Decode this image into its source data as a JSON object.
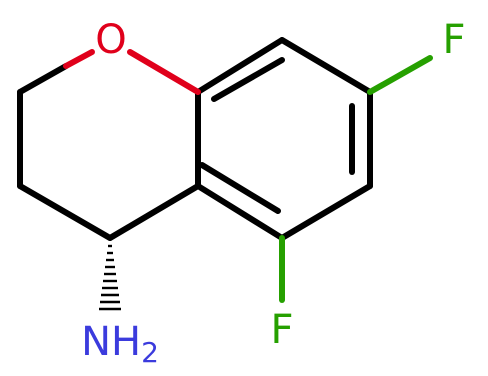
{
  "molecule": {
    "atoms": {
      "oxygen": {
        "symbol": "O",
        "color": "#e0001b"
      },
      "fluorine_top": {
        "symbol": "F",
        "color": "#26a000"
      },
      "fluorine_bottom": {
        "symbol": "F",
        "color": "#26a000"
      },
      "amine": {
        "symbol": "NH",
        "subscript": "2",
        "color": "#3b3bdd"
      }
    },
    "stereo_bond": "hashed wedge"
  }
}
